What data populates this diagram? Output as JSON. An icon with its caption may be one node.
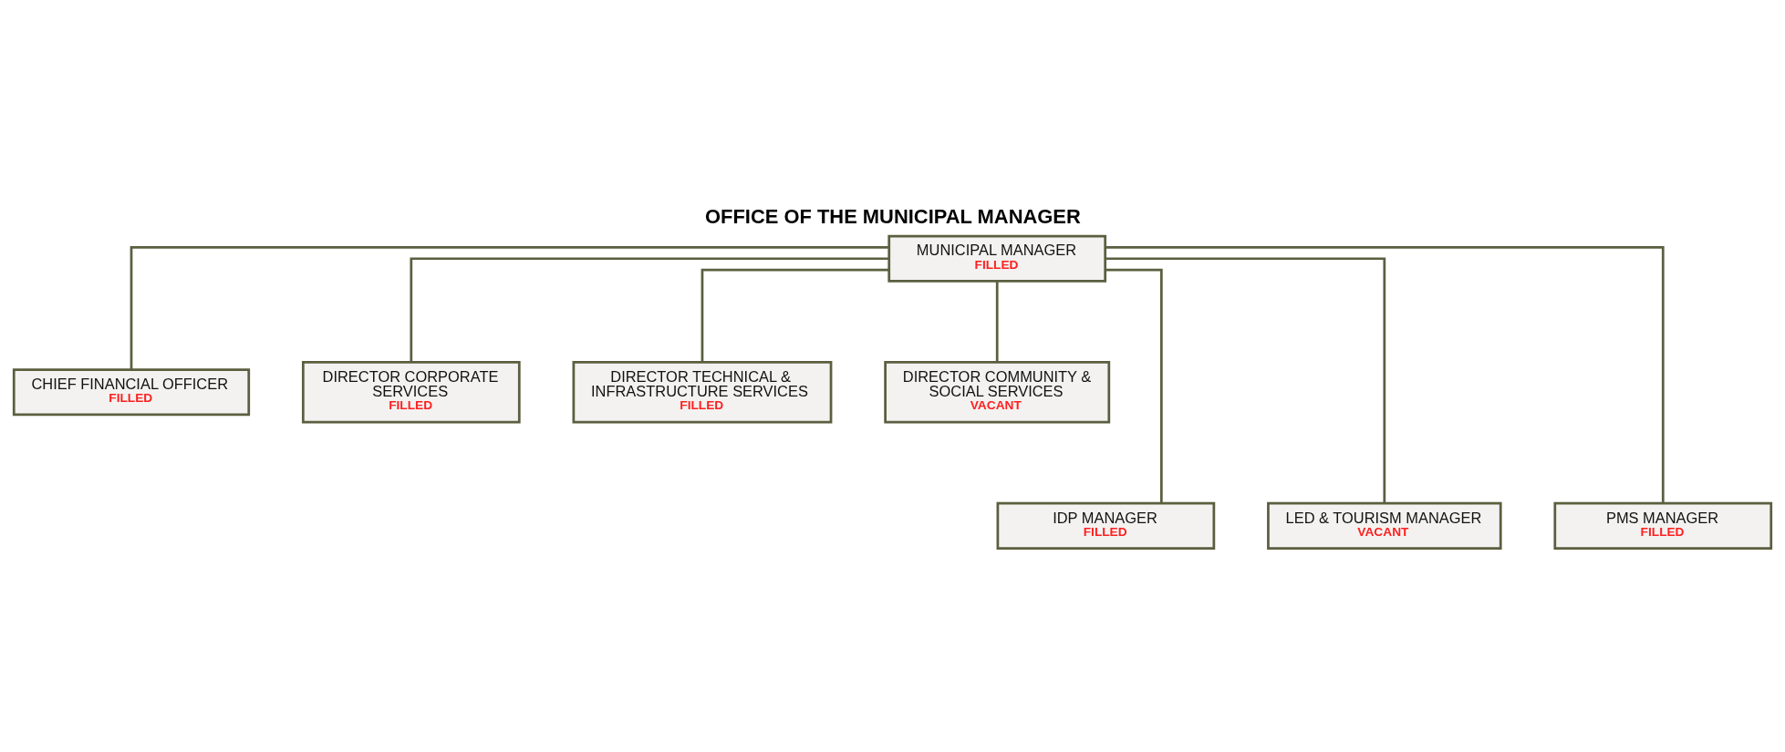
{
  "diagram": {
    "title": "OFFICE OF THE MUNICIPAL MANAGER",
    "nodes": [
      {
        "text": [
          "MUNICIPAL MANAGER",
          "FILLED"
        ]
      },
      {
        "text": [
          "CHIEF FINANCIAL OFFICER",
          "FILLED"
        ]
      },
      {
        "text": [
          "DIRECTOR CORPORATE SERVICES",
          "FILLED"
        ]
      },
      {
        "text": [
          "DIRECTOR TECHNICAL & INFRASTRUCTURE SERVICES",
          "FILLED"
        ]
      },
      {
        "text": [
          "DIRECTOR COMMUNITY & SOCIAL SERVICES",
          "VACANT"
        ]
      },
      {
        "text": [
          "IDP MANAGER",
          "FILLED"
        ]
      },
      {
        "text": [
          "LED & TOURISM MANAGER",
          "VACANT"
        ]
      },
      {
        "text": [
          "PMS MANAGER",
          "FILLED"
        ]
      }
    ],
    "edges": [
      {
        "from": 0,
        "to": 1,
        "arrow": "none"
      },
      {
        "from": 0,
        "to": 2,
        "arrow": "none"
      },
      {
        "from": 0,
        "to": 3,
        "arrow": "none"
      },
      {
        "from": 0,
        "to": 4,
        "arrow": "none"
      },
      {
        "from": 0,
        "to": 5,
        "arrow": "none"
      },
      {
        "from": 0,
        "to": 6,
        "arrow": "none"
      },
      {
        "from": 0,
        "to": 7,
        "arrow": "none"
      }
    ]
  }
}
